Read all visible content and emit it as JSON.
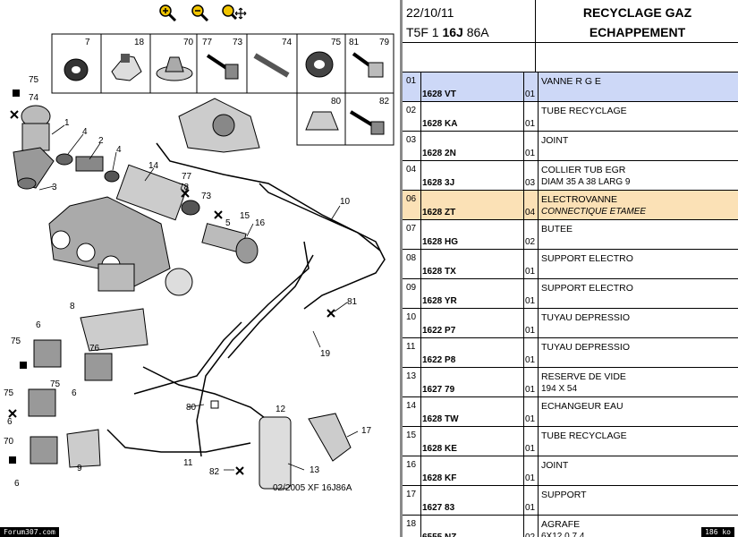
{
  "toolbar": {
    "zoom_in": "zoom-in-icon",
    "zoom_out": "zoom-out-icon",
    "zoom_pan": "zoom-pan-icon"
  },
  "diagram": {
    "callouts": {
      "c7": "7",
      "c18": "18",
      "c70": "70",
      "c77a": "77",
      "c73a": "73",
      "c74": "74",
      "c75a": "75",
      "c81a": "81",
      "c79": "79",
      "c80a": "80",
      "c82a": "82",
      "c75b": "75",
      "c74b": "74",
      "c1": "1",
      "c4a": "4",
      "c2": "2",
      "c4b": "4",
      "c3": "3",
      "c14": "14",
      "c77b": "77",
      "c78": "78",
      "c73b": "73",
      "c5": "5",
      "c15": "15",
      "c16": "16",
      "c10": "10",
      "c81b": "81",
      "c8": "8",
      "c6a": "6",
      "c75c": "75",
      "c76": "76",
      "c75d": "75",
      "c6b": "6",
      "c75e": "75",
      "c6c": "6",
      "c19": "19",
      "c80b": "80",
      "c70b": "70",
      "c9": "9",
      "c6d": "6",
      "c11": "11",
      "c82b": "82",
      "c13": "13",
      "c17": "17",
      "c12": "12"
    },
    "caption": "02/2005   XF 16J86A"
  },
  "status_left": "Forum307.com",
  "status_right": "186 ko",
  "header": {
    "date": "22/10/11",
    "model_prefix": "T5F 1 ",
    "model_bold": "16J",
    "model_suffix": " 86A",
    "title_line1": "RECYCLAGE GAZ",
    "title_line2": "ECHAPPEMENT"
  },
  "parts": [
    {
      "idx": "01",
      "ref": "1628 VT",
      "qty": "01",
      "desc": "VANNE R G E",
      "desc2": "",
      "state": "selected"
    },
    {
      "idx": "02",
      "ref": "1628 KA",
      "qty": "01",
      "desc": "TUBE RECYCLAGE",
      "desc2": "",
      "state": ""
    },
    {
      "idx": "03",
      "ref": "1628 2N",
      "qty": "01",
      "desc": "JOINT",
      "desc2": "",
      "state": ""
    },
    {
      "idx": "04",
      "ref": "1628 3J",
      "qty": "03",
      "desc": "COLLIER TUB EGR",
      "desc2": "DIAM 35 A 38 LARG 9",
      "state": ""
    },
    {
      "idx": "06",
      "ref": "1628 ZT",
      "qty": "04",
      "desc": "ELECTROVANNE",
      "desc2": "CONNECTIQUE ETAMEE",
      "state": "highlight"
    },
    {
      "idx": "07",
      "ref": "1628 HG",
      "qty": "02",
      "desc": "BUTEE",
      "desc2": "",
      "state": ""
    },
    {
      "idx": "08",
      "ref": "1628 TX",
      "qty": "01",
      "desc": "SUPPORT ELECTRO",
      "desc2": "",
      "state": ""
    },
    {
      "idx": "09",
      "ref": "1628 YR",
      "qty": "01",
      "desc": "SUPPORT ELECTRO",
      "desc2": "",
      "state": ""
    },
    {
      "idx": "10",
      "ref": "1622 P7",
      "qty": "01",
      "desc": "TUYAU DEPRESSIO",
      "desc2": "",
      "state": ""
    },
    {
      "idx": "11",
      "ref": "1622 P8",
      "qty": "01",
      "desc": "TUYAU DEPRESSIO",
      "desc2": "",
      "state": ""
    },
    {
      "idx": "13",
      "ref": "1627 79",
      "qty": "01",
      "desc": "RESERVE DE VIDE",
      "desc2": "194 X 54",
      "state": ""
    },
    {
      "idx": "14",
      "ref": "1628 TW",
      "qty": "01",
      "desc": "ECHANGEUR EAU",
      "desc2": "",
      "state": ""
    },
    {
      "idx": "15",
      "ref": "1628 KE",
      "qty": "01",
      "desc": "TUBE RECYCLAGE",
      "desc2": "",
      "state": ""
    },
    {
      "idx": "16",
      "ref": "1628 KF",
      "qty": "01",
      "desc": "JOINT",
      "desc2": "",
      "state": ""
    },
    {
      "idx": "17",
      "ref": "1627 83",
      "qty": "01",
      "desc": "SUPPORT",
      "desc2": "",
      "state": ""
    },
    {
      "idx": "18",
      "ref": "6555 NZ",
      "qty": "02",
      "desc": "AGRAFE",
      "desc2": "6X12 0.7 4",
      "state": ""
    }
  ],
  "colors": {
    "selected_row": "#cdd8f7",
    "highlight_row": "#fbe1b6",
    "zoom_icon": "#f0c400"
  }
}
